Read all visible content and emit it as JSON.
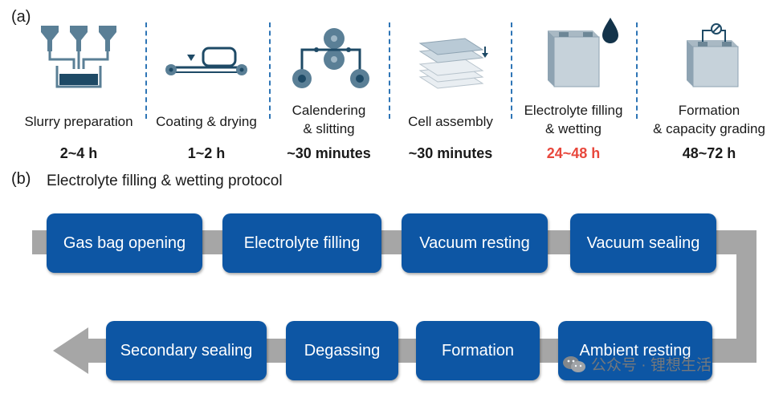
{
  "panel_a_label": "(a)",
  "panel_b_label": "(b)",
  "stages": [
    {
      "name_line1": "",
      "name_line2": "Slurry preparation",
      "duration": "2~4 h",
      "icon": "slurry-tanks-icon"
    },
    {
      "name_line1": "",
      "name_line2": "Coating & drying",
      "duration": "1~2 h",
      "icon": "coating-roller-icon"
    },
    {
      "name_line1": "Calendering",
      "name_line2": "& slitting",
      "duration": "~30 minutes",
      "icon": "calender-rollers-icon"
    },
    {
      "name_line1": "",
      "name_line2": "Cell assembly",
      "duration": "~30 minutes",
      "icon": "stacked-sheets-icon"
    },
    {
      "name_line1": "Electrolyte filling",
      "name_line2": "& wetting",
      "duration": "24~48 h",
      "icon": "battery-droplet-icon"
    },
    {
      "name_line1": "Formation",
      "name_line2": "& capacity grading",
      "duration": "48~72 h",
      "icon": "battery-tester-icon"
    }
  ],
  "highlight_color": "#e8473c",
  "accent_color": "#0d56a4",
  "icon_color": "#5a7f96",
  "protocol_title": "Electrolyte filling & wetting protocol",
  "protocol_row1": [
    "Gas bag opening",
    "Electrolyte filling",
    "Vacuum resting",
    "Vacuum sealing"
  ],
  "protocol_row2": [
    "Secondary sealing",
    "Degassing",
    "Formation",
    "Ambient resting"
  ],
  "watermark_text": "公众号 · 锂想生活"
}
